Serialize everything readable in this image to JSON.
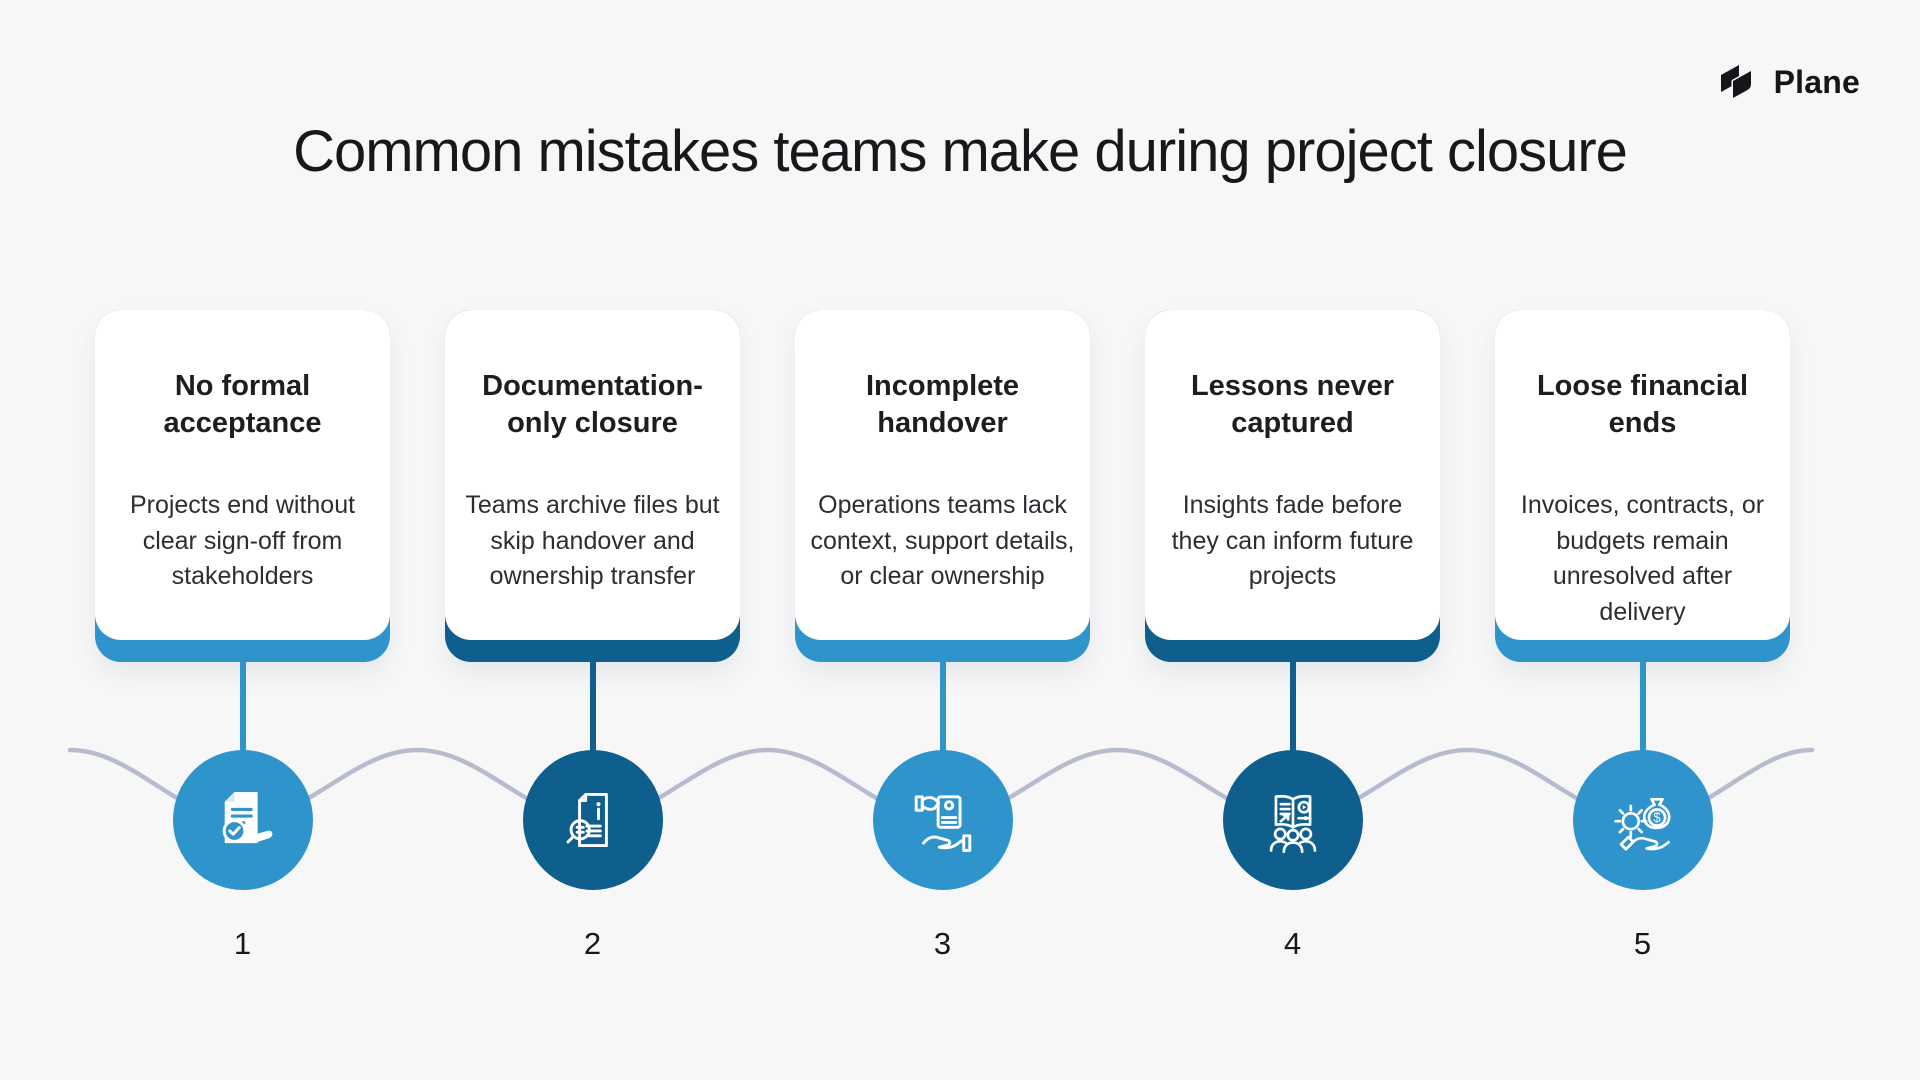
{
  "page": {
    "background": "#f7f7f8"
  },
  "logo": {
    "text": "Plane",
    "mark": "plane-logo-mark"
  },
  "title": "Common mistakes teams make during project closure",
  "accent": {
    "light_blue": "#2F93CC",
    "dark_blue": "#0E5E8E",
    "wave_line": "#b7bbce",
    "text_dark": "#17171c"
  },
  "cards": [
    {
      "number": "1",
      "title": "No formal acceptance",
      "body": "Projects end without clear sign-off from stakeholders",
      "icon": "approval-document-icon",
      "tone": "light"
    },
    {
      "number": "2",
      "title": "Documentation-only closure",
      "body": "Teams archive files but skip handover and ownership transfer",
      "icon": "document-review-icon",
      "tone": "dark"
    },
    {
      "number": "3",
      "title": "Incomplete handover",
      "body": "Operations teams lack context, support details, or clear ownership",
      "icon": "handover-icon",
      "tone": "light"
    },
    {
      "number": "4",
      "title": "Lessons never captured",
      "body": "Insights fade before they can inform future projects",
      "icon": "lessons-learned-icon",
      "tone": "dark"
    },
    {
      "number": "5",
      "title": "Loose financial ends",
      "body": "Invoices, contracts, or budgets remain unresolved after delivery",
      "icon": "finance-icon",
      "tone": "light"
    }
  ]
}
